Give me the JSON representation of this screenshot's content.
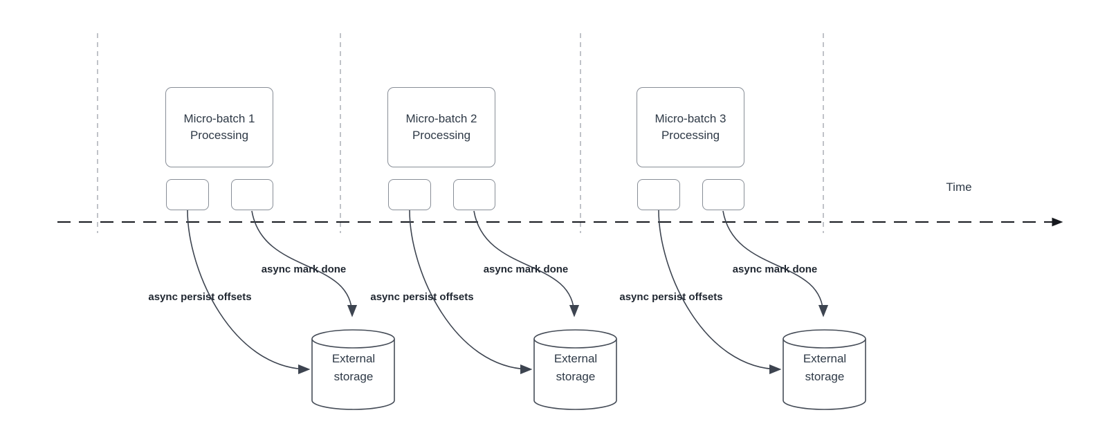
{
  "timeline": {
    "label": "Time"
  },
  "sections": [
    {
      "box_label": "Micro-batch 1 Processing",
      "persist_arrow_label": "async persist offsets",
      "done_arrow_label": "async mark done",
      "storage_label": "External storage"
    },
    {
      "box_label": "Micro-batch 2 Processing",
      "persist_arrow_label": "async persist offsets",
      "done_arrow_label": "async mark done",
      "storage_label": "External storage"
    },
    {
      "box_label": "Micro-batch 3 Processing",
      "persist_arrow_label": "async persist offsets",
      "done_arrow_label": "async mark done",
      "storage_label": "External storage"
    }
  ],
  "colors": {
    "background": "#ffffff",
    "box_border": "#878d96",
    "connector": "#3d4450",
    "cylinder_stroke": "#454c57",
    "timeline": "#15181d",
    "divider": "#b0b4ba",
    "text_primary": "#2e3946",
    "label_text": "#1f2630"
  }
}
